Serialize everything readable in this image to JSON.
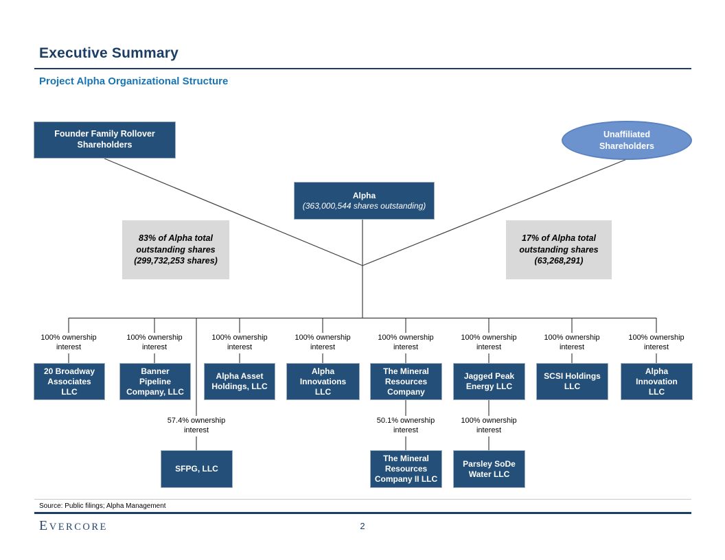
{
  "header": {
    "title": "Executive Summary",
    "subtitle": "Project Alpha Organizational Structure"
  },
  "org": {
    "parents": [
      {
        "name": "Founder Family Rollover\nShareholders",
        "note": "83% of Alpha total\noutstanding shares\n(299,732,253 shares)"
      },
      {
        "name": "Unaffiliated\nShareholders",
        "note": "17% of Alpha total\noutstanding shares\n(63,268,291)"
      }
    ],
    "alpha": {
      "name": "Alpha",
      "shares": "(363,000,544 shares outstanding)"
    },
    "subsidiaries": [
      {
        "name": "20 Broadway\nAssociates\nLLC",
        "ownership": "100% ownership\ninterest"
      },
      {
        "name": "Banner\nPipeline\nCompany, LLC",
        "ownership": "100% ownership\ninterest"
      },
      {
        "name": "Alpha Asset\nHoldings, LLC",
        "ownership": "100% ownership\ninterest"
      },
      {
        "name": "Alpha\nInnovations\nLLC",
        "ownership": "100% ownership\ninterest"
      },
      {
        "name": "The Mineral\nResources\nCompany",
        "ownership": "100% ownership\ninterest"
      },
      {
        "name": "Jagged Peak\nEnergy LLC",
        "ownership": "100% ownership\ninterest"
      },
      {
        "name": "SCSI Holdings\nLLC",
        "ownership": "100% ownership\ninterest"
      },
      {
        "name": "Alpha\nInnovation\nLLC",
        "ownership": "100% ownership\ninterest"
      }
    ],
    "level2": [
      {
        "name": "SFPG, LLC",
        "ownership": "57.4% ownership\ninterest"
      },
      {
        "name": "The Mineral\nResources\nCompany II LLC",
        "ownership": "50.1% ownership\ninterest"
      },
      {
        "name": "Parsley SoDe\nWater LLC",
        "ownership": "100% ownership\ninterest"
      }
    ]
  },
  "footer": {
    "source": "Source: Public filings; Alpha Management",
    "brand": "Evercore",
    "page_number": "2"
  },
  "colors": {
    "title_navy": "#1C3E66",
    "subtitle_blue": "#1874B4",
    "node_fill": "#234F78",
    "ellipse_fill": "#6D93CE",
    "ellipse_border": "#5A82C0",
    "note_gray": "#D9D9D9",
    "connector": "#3f3f3f"
  }
}
